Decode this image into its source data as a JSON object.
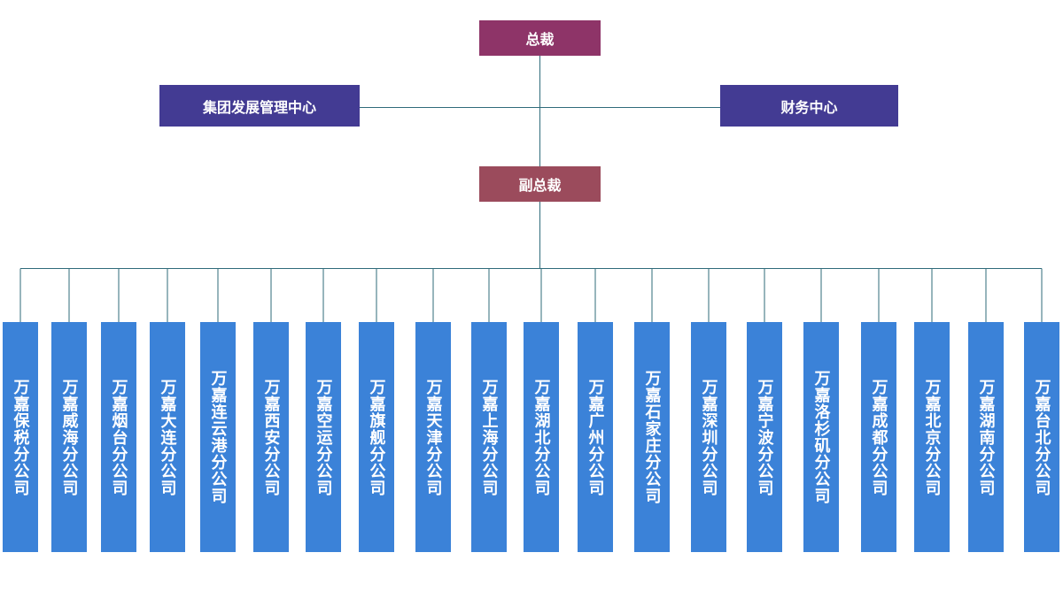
{
  "colors": {
    "top": "#8e3468",
    "center": "#433b93",
    "vp": "#9b4b5c",
    "branch": "#3b82d8",
    "line": "#2f6b7a"
  },
  "org": {
    "president": "总裁",
    "group_dev": "集团发展管理中心",
    "finance": "财务中心",
    "vice_president": "副总裁",
    "branches": [
      "万嘉保税分公司",
      "万嘉威海分公司",
      "万嘉烟台分公司",
      "万嘉大连分公司",
      "万嘉连云港分公司",
      "万嘉西安分公司",
      "万嘉空运分公司",
      "万嘉旗舰分公司",
      "万嘉天津分公司",
      "万嘉上海分公司",
      "万嘉湖北分公司",
      "万嘉广州分公司",
      "万嘉石家庄分公司",
      "万嘉深圳分公司",
      "万嘉宁波分公司",
      "万嘉洛杉矶分公司",
      "万嘉成都分公司",
      "万嘉北京分公司",
      "万嘉湖南分公司",
      "万嘉台北分公司"
    ]
  }
}
